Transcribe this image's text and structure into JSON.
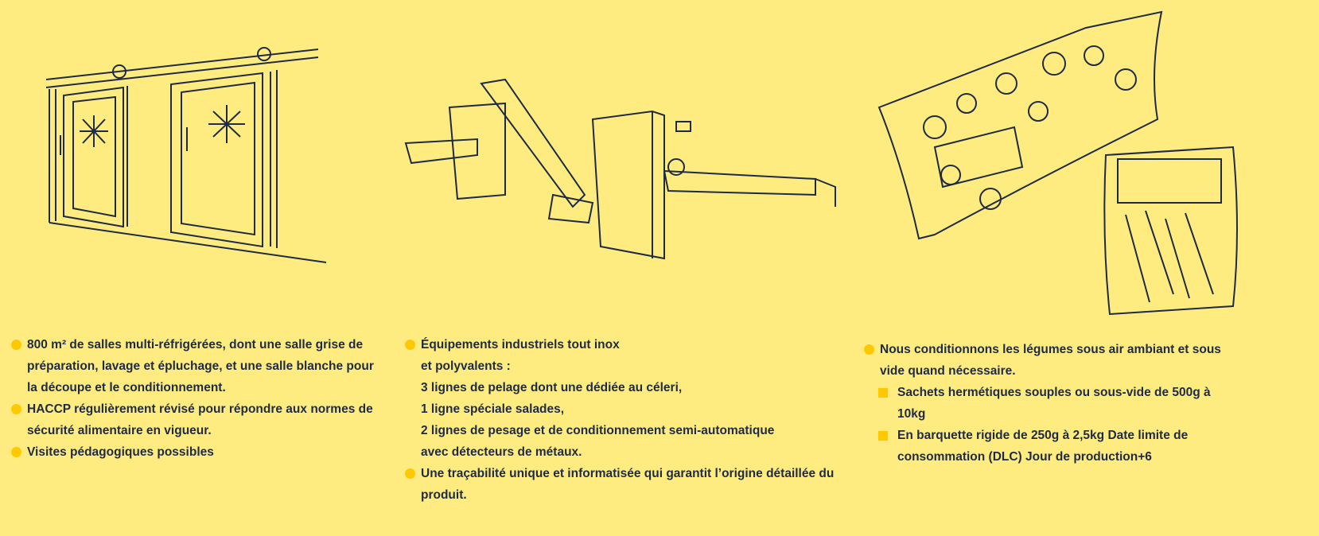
{
  "columns": [
    {
      "items": [
        "800 m² de salles multi-réfrigérées, dont une salle grise de préparation, lavage et épluchage, et une salle blanche pour la découpe et le conditionnement.",
        "HACCP régulièrement révisé pour répondre aux normes de sécurité alimentaire en vigueur.",
        "Visites pédagogiques possibles"
      ]
    },
    {
      "items": [
        {
          "lines": [
            "Équipements industriels tout inox",
            "et polyvalents :",
            "3 lignes de pelage dont une dédiée au céleri,",
            "1 ligne spéciale salades,",
            "2 lignes de pesage et de conditionnement semi-automatique avec détecteurs de métaux."
          ]
        },
        {
          "lines": [
            "Une traçabilité unique et informatisée qui garantit l’origine détaillée du produit."
          ]
        }
      ]
    },
    {
      "items": [
        "Nous conditionnons les légumes sous air ambiant et sous vide quand nécessaire."
      ],
      "subitems": [
        "Sachets hermétiques souples ou sous-vide de 500g à 10kg",
        "En barquette rigide de 250g à 2,5kg Date limite de consommation (DLC) Jour de production+6"
      ]
    }
  ],
  "colors": {
    "background": "#ffec80",
    "bullet": "#ffc800",
    "text": "#1f2a44"
  }
}
